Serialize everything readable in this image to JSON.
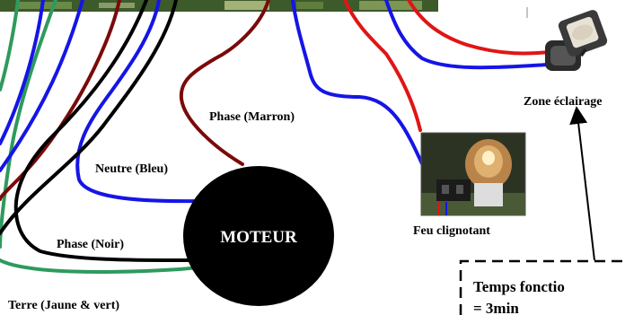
{
  "labels": {
    "phase_marron": "Phase (Marron)",
    "neutre_bleu": "Neutre (Bleu)",
    "phase_noir": "Phase (Noir)",
    "terre": "Terre (Jaune & vert)",
    "moteur": "MOTEUR",
    "zone_eclairage": "Zone éclairage",
    "feu_clignotant": "Feu clignotant",
    "temps_line1": "Temps fonctio",
    "temps_line2": "= 3min"
  },
  "colors": {
    "wire_green": "#2e9a5e",
    "wire_blue": "#1515e6",
    "wire_brown": "#7a0a0a",
    "wire_black": "#000000",
    "wire_red": "#e01515",
    "motor_fill": "#000000",
    "motor_text": "#ffffff",
    "board_green": "#3d5a2a"
  },
  "icons": {
    "floodlight": "floodlight-icon",
    "blinking_light": "blinking-light-icon",
    "control_board": "control-board-icon"
  }
}
